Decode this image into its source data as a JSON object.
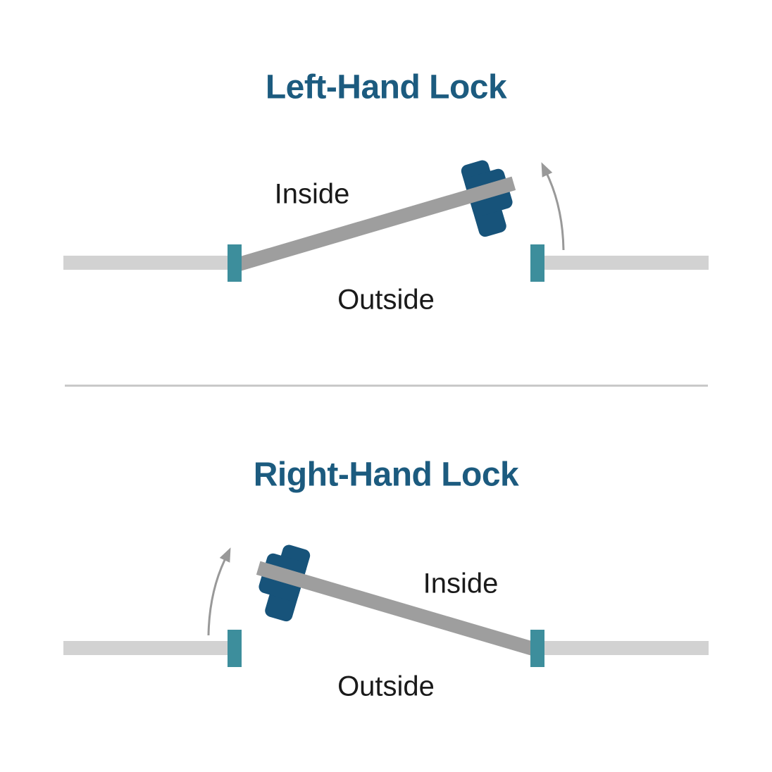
{
  "colors": {
    "title": "#1c5b7f",
    "lock": "#17537a",
    "jamb": "#3d8e9c",
    "door": "#9e9e9e",
    "wall": "#d2d2d2",
    "arrow": "#999999",
    "label": "#1a1a1a",
    "divider": "#c9c9c9"
  },
  "sections": [
    {
      "title": "Left-Hand Lock",
      "inside_label": "Inside",
      "outside_label": "Outside",
      "hinge_side": "left",
      "lock_side": "right",
      "swing_direction": "up-from-right"
    },
    {
      "title": "Right-Hand Lock",
      "inside_label": "Inside",
      "outside_label": "Outside",
      "hinge_side": "right",
      "lock_side": "left",
      "swing_direction": "up-from-left"
    }
  ]
}
